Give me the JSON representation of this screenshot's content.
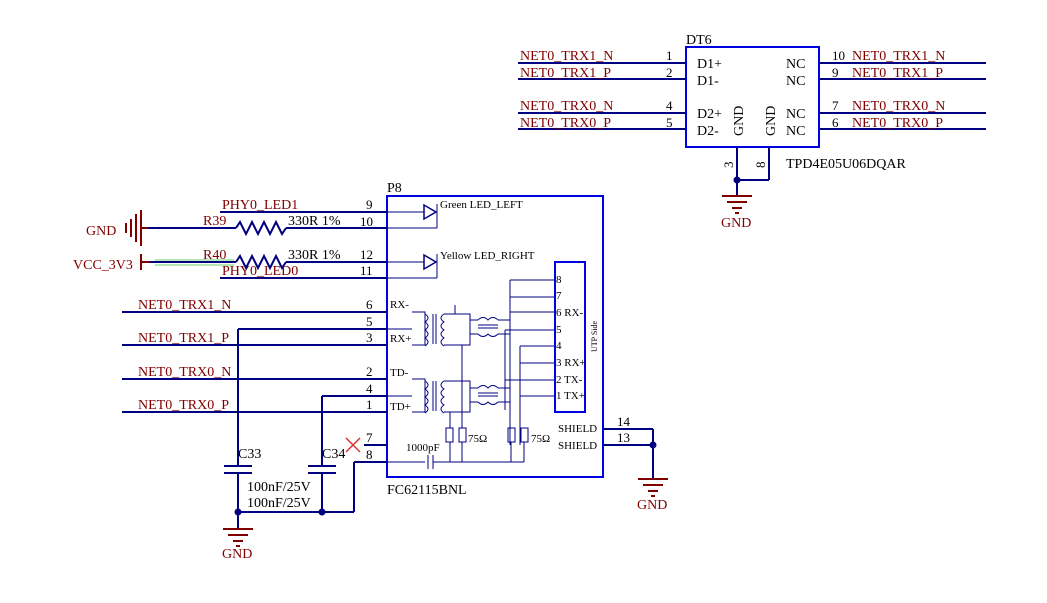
{
  "dt6": {
    "ref": "DT6",
    "part": "TPD4E05U06DQAR",
    "left_pins": [
      {
        "num": "1",
        "name": "D1+",
        "net": "NET0_TRX1_N"
      },
      {
        "num": "2",
        "name": "D1-",
        "net": "NET0_TRX1_P"
      },
      {
        "num": "4",
        "name": "D2+",
        "net": "NET0_TRX0_N"
      },
      {
        "num": "5",
        "name": "D2-",
        "net": "NET0_TRX0_P"
      }
    ],
    "right_pins": [
      {
        "num": "10",
        "name": "NC",
        "net": "NET0_TRX1_N"
      },
      {
        "num": "9",
        "name": "NC",
        "net": "NET0_TRX1_P"
      },
      {
        "num": "7",
        "name": "NC",
        "net": "NET0_TRX0_N"
      },
      {
        "num": "6",
        "name": "NC",
        "net": "NET0_TRX0_P"
      }
    ],
    "bottom_pins": [
      {
        "num": "3",
        "name": "GND"
      },
      {
        "num": "8",
        "name": "GND"
      }
    ],
    "gnd_label": "GND"
  },
  "p8": {
    "ref": "P8",
    "part": "FC62115BNL",
    "led_labels": {
      "green": "Green LED_LEFT",
      "yellow": "Yellow LED_RIGHT"
    },
    "left_pins": [
      {
        "num": "9",
        "net": "PHY0_LED1"
      },
      {
        "num": "10",
        "net": ""
      },
      {
        "num": "12",
        "net": ""
      },
      {
        "num": "11",
        "net": "PHY0_LED0"
      },
      {
        "num": "6",
        "name": "RX-",
        "net": "NET0_TRX1_N"
      },
      {
        "num": "5",
        "net": ""
      },
      {
        "num": "3",
        "name": "RX+",
        "net": "NET0_TRX1_P"
      },
      {
        "num": "2",
        "name": "TD-",
        "net": "NET0_TRX0_N"
      },
      {
        "num": "4",
        "net": ""
      },
      {
        "num": "1",
        "name": "TD+",
        "net": "NET0_TRX0_P"
      },
      {
        "num": "7",
        "net": ""
      },
      {
        "num": "8",
        "net": ""
      }
    ],
    "utp_pins": [
      "8",
      "7",
      "6 RX-",
      "5",
      "4",
      "3 RX+",
      "2 TX-",
      "1 TX+"
    ],
    "utp_side_label": "UTP Side",
    "resistor_label": "75Ω",
    "cap_label": "1000pF",
    "shield_pins": [
      {
        "num": "14",
        "name": "SHIELD"
      },
      {
        "num": "13",
        "name": "SHIELD"
      }
    ],
    "shield_gnd_label": "GND"
  },
  "resistors": [
    {
      "ref": "R39",
      "value": "330R  1%"
    },
    {
      "ref": "R40",
      "value": "330R  1%"
    }
  ],
  "power": {
    "gnd": "GND",
    "vcc": "VCC_3V3"
  },
  "caps": [
    {
      "ref": "C33",
      "value": "100nF/25V"
    },
    {
      "ref": "C34",
      "value": "100nF/25V"
    }
  ],
  "caps_gnd_label": "GND"
}
